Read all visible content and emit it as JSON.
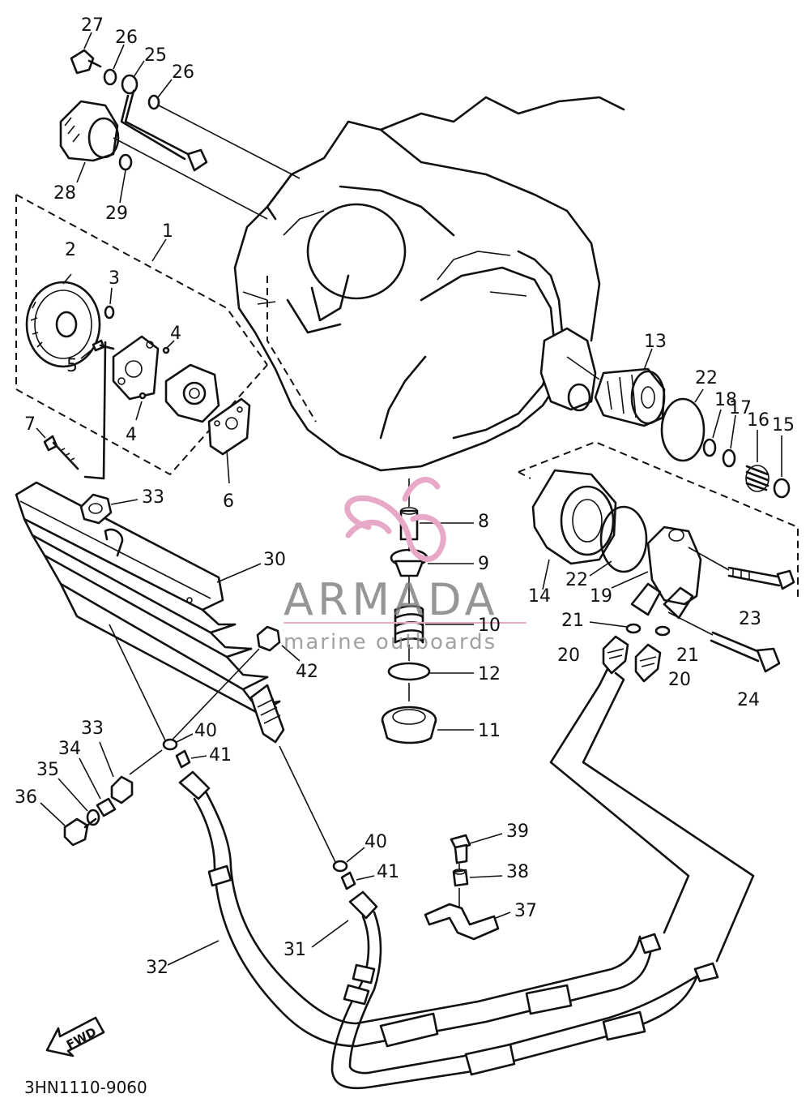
{
  "diagram_code": "3HN1110-9060",
  "fwd_label": "FWD",
  "watermark": {
    "title": "ARMADA",
    "subtitle": "marine outboards",
    "accent_color": "#e8a8c8",
    "text_color": "#7c7c7c"
  },
  "callouts": [
    {
      "id": "c27",
      "text": "27"
    },
    {
      "id": "c26a",
      "text": "26"
    },
    {
      "id": "c25",
      "text": "25"
    },
    {
      "id": "c26b",
      "text": "26"
    },
    {
      "id": "c28",
      "text": "28"
    },
    {
      "id": "c29",
      "text": "29"
    },
    {
      "id": "c1",
      "text": "1"
    },
    {
      "id": "c2",
      "text": "2"
    },
    {
      "id": "c3",
      "text": "3"
    },
    {
      "id": "c4a",
      "text": "4"
    },
    {
      "id": "c5",
      "text": "5"
    },
    {
      "id": "c4b",
      "text": "4"
    },
    {
      "id": "c7",
      "text": "7"
    },
    {
      "id": "c6",
      "text": "6"
    },
    {
      "id": "c13",
      "text": "13"
    },
    {
      "id": "c22a",
      "text": "22"
    },
    {
      "id": "c18",
      "text": "18"
    },
    {
      "id": "c17",
      "text": "17"
    },
    {
      "id": "c16",
      "text": "16"
    },
    {
      "id": "c15",
      "text": "15"
    },
    {
      "id": "c33a",
      "text": "33"
    },
    {
      "id": "c8",
      "text": "8"
    },
    {
      "id": "c30",
      "text": "30"
    },
    {
      "id": "c9",
      "text": "9"
    },
    {
      "id": "c14",
      "text": "14"
    },
    {
      "id": "c22b",
      "text": "22"
    },
    {
      "id": "c19",
      "text": "19"
    },
    {
      "id": "c23",
      "text": "23"
    },
    {
      "id": "c10",
      "text": "10"
    },
    {
      "id": "c21a",
      "text": "21"
    },
    {
      "id": "c21b",
      "text": "21"
    },
    {
      "id": "c20a",
      "text": "20"
    },
    {
      "id": "c20b",
      "text": "20"
    },
    {
      "id": "c42",
      "text": "42"
    },
    {
      "id": "c12",
      "text": "12"
    },
    {
      "id": "c24",
      "text": "24"
    },
    {
      "id": "c11",
      "text": "11"
    },
    {
      "id": "c33b",
      "text": "33"
    },
    {
      "id": "c40a",
      "text": "40"
    },
    {
      "id": "c34",
      "text": "34"
    },
    {
      "id": "c41a",
      "text": "41"
    },
    {
      "id": "c35",
      "text": "35"
    },
    {
      "id": "c36",
      "text": "36"
    },
    {
      "id": "c39",
      "text": "39"
    },
    {
      "id": "c40b",
      "text": "40"
    },
    {
      "id": "c38",
      "text": "38"
    },
    {
      "id": "c41b",
      "text": "41"
    },
    {
      "id": "c37",
      "text": "37"
    },
    {
      "id": "c31",
      "text": "31"
    },
    {
      "id": "c32",
      "text": "32"
    }
  ]
}
